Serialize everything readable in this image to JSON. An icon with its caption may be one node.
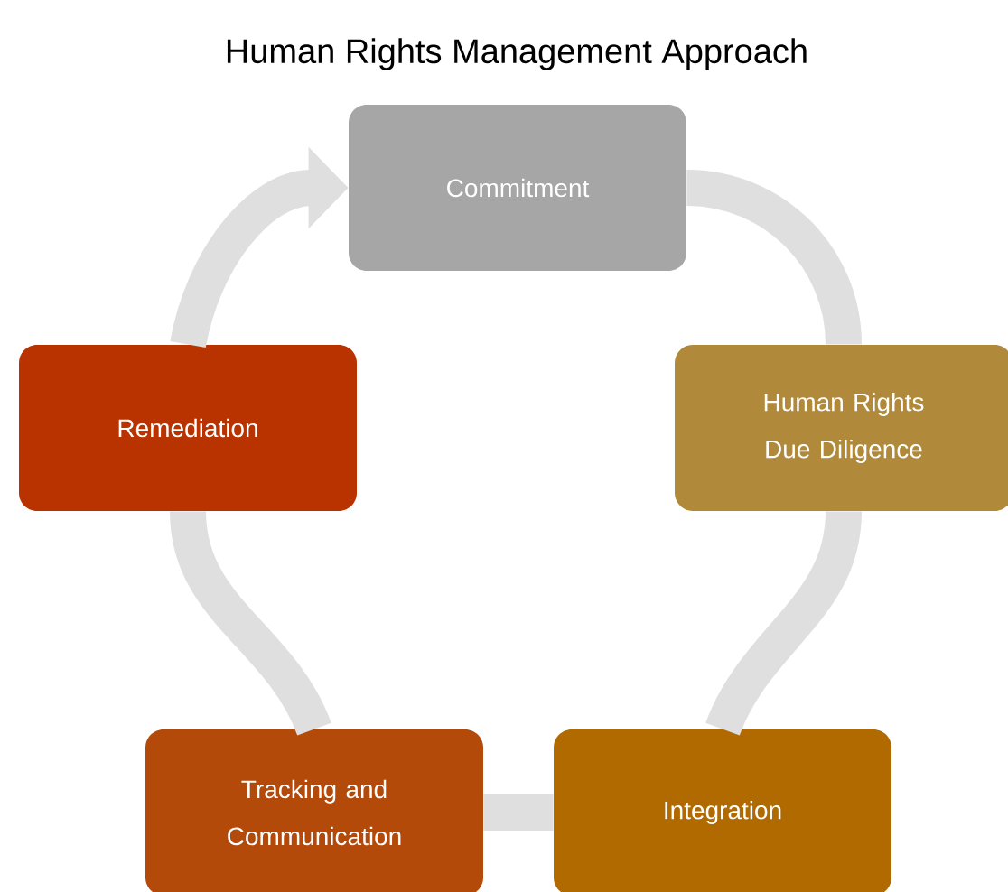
{
  "diagram": {
    "title": "Human Rights Management Approach",
    "nodes": [
      {
        "text": [
          "Commitment"
        ]
      },
      {
        "text": [
          "Human Rights Due Diligence"
        ]
      },
      {
        "text": [
          "Integration"
        ]
      },
      {
        "text": [
          "Tracking and Communication"
        ]
      },
      {
        "text": [
          "Remediation"
        ]
      }
    ],
    "edges": [
      {
        "from": 0,
        "to": 1,
        "arrow": "none"
      },
      {
        "from": 1,
        "to": 2,
        "arrow": "none"
      },
      {
        "from": 2,
        "to": 3,
        "arrow": "none"
      },
      {
        "from": 3,
        "to": 4,
        "arrow": "none"
      },
      {
        "from": 4,
        "to": 0,
        "arrow": "to"
      }
    ]
  }
}
